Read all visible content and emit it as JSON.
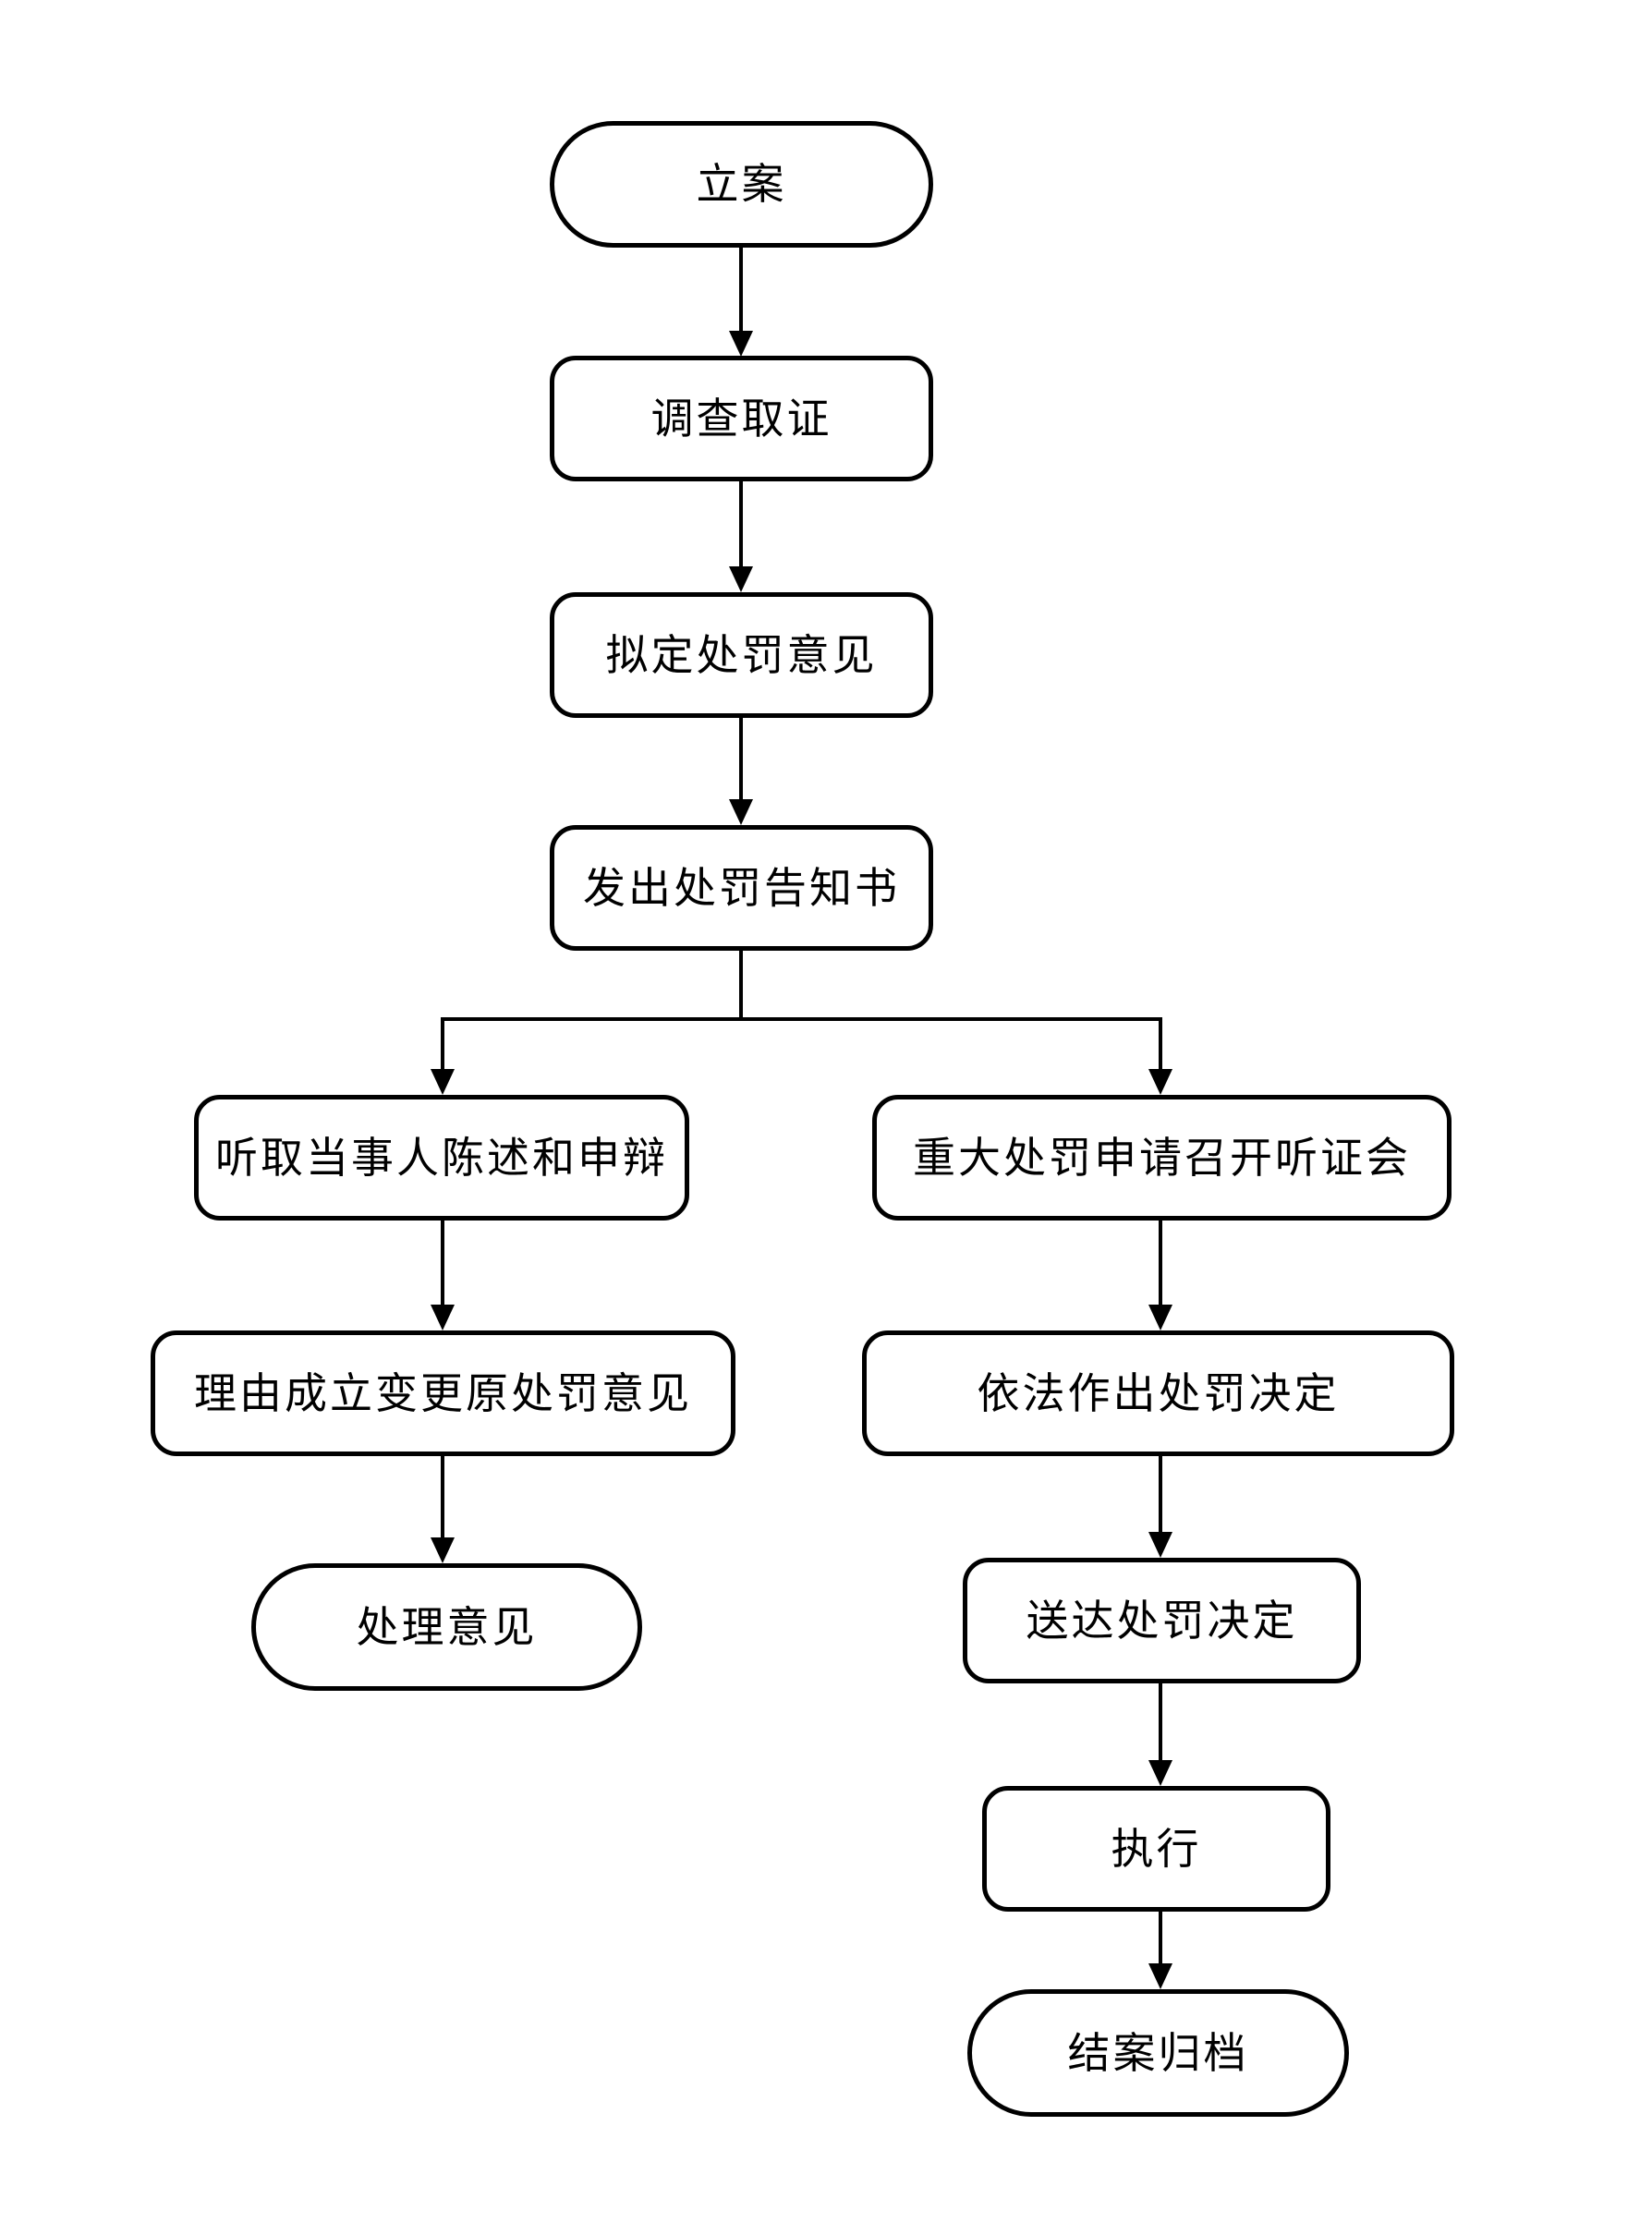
{
  "diagram": {
    "kind": "flowchart",
    "background_color": "#ffffff",
    "stroke_color": "#000000",
    "text_color": "#000000",
    "nodes": [
      {
        "id": "li-an",
        "label": "立案",
        "shape": "terminator"
      },
      {
        "id": "diao-cha-qu-zheng",
        "label": "调查取证",
        "shape": "process"
      },
      {
        "id": "ni-ding-chu-fa",
        "label": "拟定处罚意见",
        "shape": "process"
      },
      {
        "id": "fa-chu-gao-zhi-shu",
        "label": "发出处罚告知书",
        "shape": "process"
      },
      {
        "id": "ting-qu-chen-shu",
        "label": "听取当事人陈述和申辩",
        "shape": "process"
      },
      {
        "id": "zhong-da-ting-zheng",
        "label": "重大处罚申请召开听证会",
        "shape": "process"
      },
      {
        "id": "li-you-cheng-li",
        "label": "理由成立变更原处罚意见",
        "shape": "process"
      },
      {
        "id": "yi-fa-zuo-chu",
        "label": "依法作出处罚决定",
        "shape": "process"
      },
      {
        "id": "chu-li-yi-jian",
        "label": "处理意见",
        "shape": "terminator"
      },
      {
        "id": "song-da-jue-ding",
        "label": "送达处罚决定",
        "shape": "process"
      },
      {
        "id": "zhi-xing",
        "label": "执行",
        "shape": "process"
      },
      {
        "id": "jie-an-gui-dang",
        "label": "结案归档",
        "shape": "terminator"
      }
    ],
    "edges": [
      {
        "from": "立案",
        "to": "调查取证"
      },
      {
        "from": "调查取证",
        "to": "拟定处罚意见"
      },
      {
        "from": "拟定处罚意见",
        "to": "发出处罚告知书"
      },
      {
        "from": "发出处罚告知书",
        "to": "听取当事人陈述和申辩"
      },
      {
        "from": "发出处罚告知书",
        "to": "重大处罚申请召开听证会"
      },
      {
        "from": "听取当事人陈述和申辩",
        "to": "理由成立变更原处罚意见"
      },
      {
        "from": "理由成立变更原处罚意见",
        "to": "处理意见"
      },
      {
        "from": "重大处罚申请召开听证会",
        "to": "依法作出处罚决定"
      },
      {
        "from": "依法作出处罚决定",
        "to": "送达处罚决定"
      },
      {
        "from": "送达处罚决定",
        "to": "执行"
      },
      {
        "from": "执行",
        "to": "结案归档"
      }
    ]
  }
}
